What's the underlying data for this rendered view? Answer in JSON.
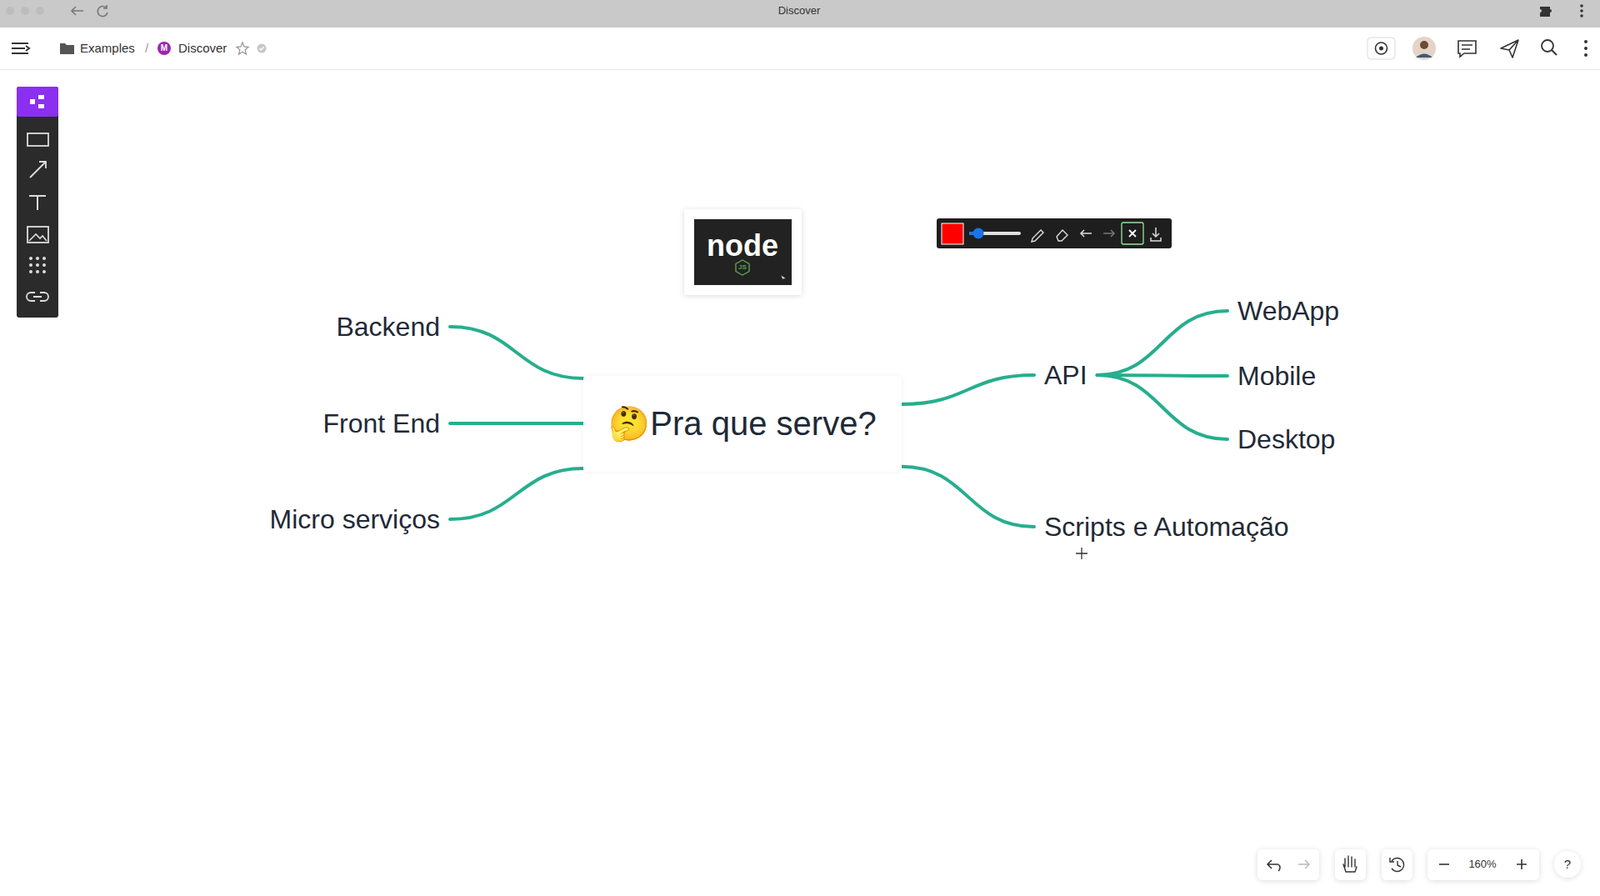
{
  "diagram": {
    "nodes": [
      {
        "text": [
          "Backend"
        ]
      },
      {
        "text": [
          "Front End"
        ]
      },
      {
        "text": [
          "Micro serviços"
        ]
      },
      {
        "text": [
          "🤔Pra que serve?"
        ]
      },
      {
        "text": [
          "API"
        ]
      },
      {
        "text": [
          "WebApp"
        ]
      },
      {
        "text": [
          "Mobile"
        ]
      },
      {
        "text": [
          "Desktop"
        ]
      },
      {
        "text": [
          "Scripts e Automação"
        ]
      }
    ],
    "edges": [
      {
        "from": 3,
        "to": 0,
        "arrow": "none"
      },
      {
        "from": 3,
        "to": 1,
        "arrow": "none"
      },
      {
        "from": 3,
        "to": 2,
        "arrow": "none"
      },
      {
        "from": 3,
        "to": 4,
        "arrow": "none"
      },
      {
        "from": 3,
        "to": 8,
        "arrow": "none"
      },
      {
        "from": 4,
        "to": 5,
        "arrow": "none"
      },
      {
        "from": 4,
        "to": 6,
        "arrow": "none"
      },
      {
        "from": 4,
        "to": 7,
        "arrow": "none"
      }
    ],
    "labels": [
      "Discover",
      "Examples",
      "/",
      "M",
      "Discover",
      "node",
      "JS",
      "160%",
      "?"
    ]
  }
}
